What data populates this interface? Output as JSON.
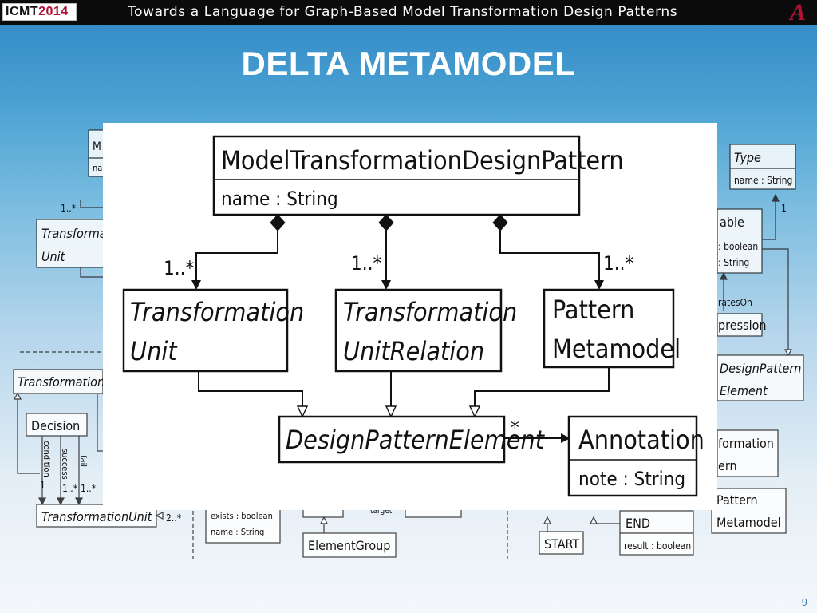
{
  "header": {
    "logo_line1": "ICMT",
    "logo_line2": "2014",
    "title": "Towards a Language for Graph-Based Model Transformation Design Patterns",
    "crest_letter": "A"
  },
  "slide": {
    "title": "DELTA METAMODEL",
    "page_number": "9"
  },
  "foreground_diagram": {
    "classes": {
      "mtdp_name": "ModelTransformationDesignPattern",
      "mtdp_attr": "name : String",
      "tu_line1": "Transformation",
      "tu_line2": "Unit",
      "tur_line1": "Transformation",
      "tur_line2": "UnitRelation",
      "pm_line1": "Pattern",
      "pm_line2": "Metamodel",
      "dpe_name": "DesignPatternElement",
      "ann_name": "Annotation",
      "ann_attr": "note : String"
    },
    "multiplicities": {
      "m_tu": "1..*",
      "m_tur": "1..*",
      "m_pm": "1..*",
      "m_ann": "*"
    }
  },
  "background_diagram": {
    "left_top_1": "M",
    "left_top_2": "na",
    "mult_1": "1..*",
    "tu_a": "Transforma",
    "tu_b": "Unit",
    "tu_class": "Transformation",
    "decision": "Decision",
    "condition": "condition",
    "success": "success",
    "fail": "fail",
    "one": "1",
    "one_star_a": "1..*",
    "one_star_b": "1..*",
    "tu_bottom": "TransformationUnit",
    "two_star": "2..*",
    "exists": "exists : boolean",
    "name_string": "name : String",
    "element_group": "ElementGroup",
    "target": "target",
    "type": "Type",
    "type_attr": "name : String",
    "type_mult": "1",
    "able": "able",
    "boolean": ": boolean",
    "string": ": String",
    "operates_on": "ratesOn",
    "pression": "pression",
    "dp_line1": "DesignPattern",
    "dp_line2": "Element",
    "formation": "formation",
    "ern": "ern",
    "pattern": "Pattern",
    "metamodel": "Metamodel",
    "end": "END",
    "result": "result : boolean",
    "start": "START"
  },
  "colors": {
    "bar": "#0b0b0b",
    "crest": "#b31232",
    "title": "#ffffff",
    "diagram_ink": "#111111"
  }
}
